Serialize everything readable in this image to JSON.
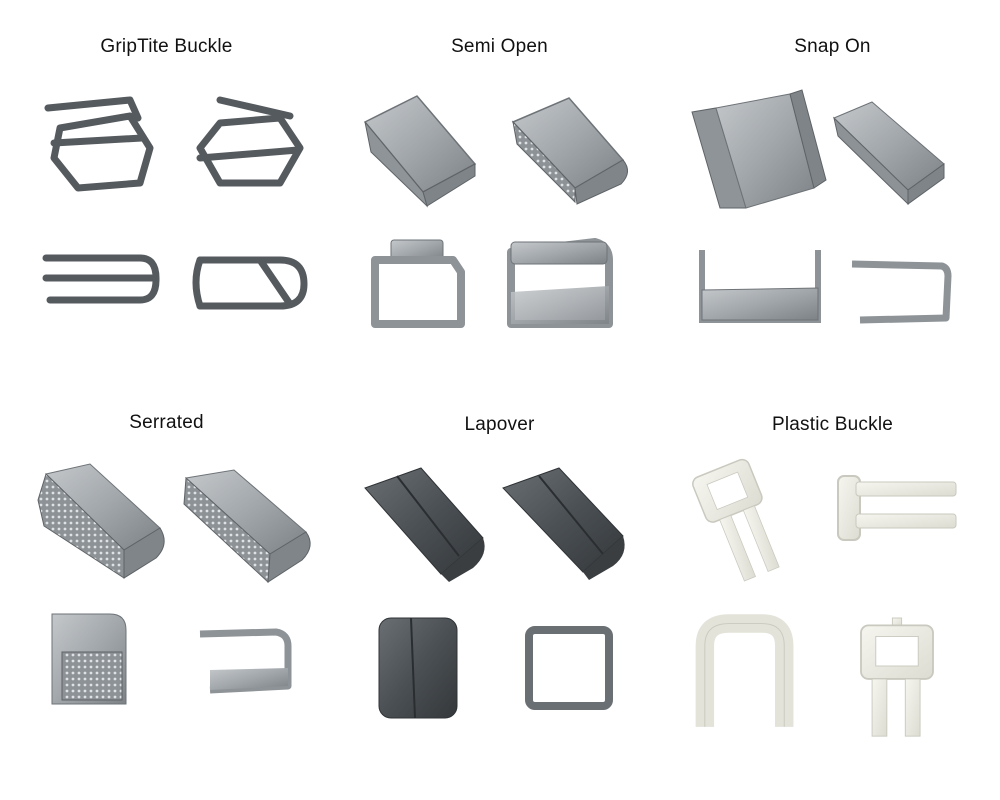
{
  "groups": [
    {
      "title": "GripTite Buckle",
      "icon": "wire-buckle-icon"
    },
    {
      "title": "Semi Open",
      "icon": "semi-open-seal-icon"
    },
    {
      "title": "Snap On",
      "icon": "snap-on-seal-icon"
    },
    {
      "title": "Serrated",
      "icon": "serrated-seal-icon"
    },
    {
      "title": "Lapover",
      "icon": "lapover-seal-icon"
    },
    {
      "title": "Plastic Buckle",
      "icon": "plastic-buckle-icon"
    }
  ],
  "colors": {
    "wire": "#555a5f",
    "steel": "#a7acb0",
    "steel_dark": "#6e7378",
    "dark_steel": "#4a4f53",
    "plastic": "#ecece4",
    "plastic_edge": "#c9c9bf"
  }
}
